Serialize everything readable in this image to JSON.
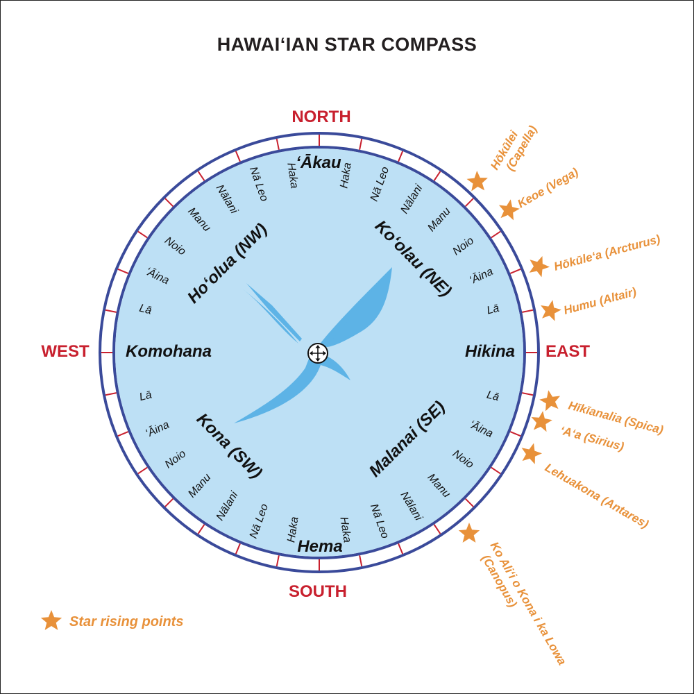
{
  "title": "HAWAIʻIAN STAR COMPASS",
  "cardinals": {
    "north": "NORTH",
    "south": "SOUTH",
    "east": "EAST",
    "west": "WEST"
  },
  "quarters": {
    "north": "ʻĀkau",
    "south": "Hema",
    "east": "Hikina",
    "west": "Komohana",
    "ne": "Koʻolau (NE)",
    "nw": "Hoʻolua (NW)",
    "se": "Malanai (SE)",
    "sw": "Kona (SW)"
  },
  "houses": {
    "nw": [
      "Haka",
      "Nā Leo",
      "Nālani",
      "Manu",
      "Noio",
      "ʻĀina",
      "Lā"
    ],
    "ne": [
      "Haka",
      "Nā Leo",
      "Nālani",
      "Manu",
      "Noio",
      "ʻĀina",
      "Lā"
    ],
    "sw": [
      "Lā",
      "ʻĀina",
      "Noio",
      "Manu",
      "Nālani",
      "Nā Leo",
      "Haka"
    ],
    "se": [
      "Lā",
      "ʻĀina",
      "Noio",
      "Manu",
      "Nālani",
      "Nā Leo",
      "Haka"
    ]
  },
  "stars": [
    {
      "lines": [
        "Hōkūlei",
        "(Capella)"
      ]
    },
    {
      "lines": [
        "Keoe (Vega)"
      ]
    },
    {
      "lines": [
        "Hōkūleʻa (Arcturus)"
      ]
    },
    {
      "lines": [
        "Humu (Altair)"
      ]
    },
    {
      "lines": [
        "Hīkīanalia (Spica)"
      ]
    },
    {
      "lines": [
        "ʻAʻa (Sirius)"
      ]
    },
    {
      "lines": [
        "Lehuakona (Antares)"
      ]
    },
    {
      "lines": [
        "Ko Aliʻi o Kona i ka Lowa",
        "(Canopus)"
      ]
    }
  ],
  "legend": {
    "label": "Star rising points",
    "icon": "star-icon"
  },
  "center_icon": "move-icon",
  "bird_icon": "frigatebird-icon",
  "colors": {
    "disc": "#bde0f5",
    "ring": "#3a4a9a",
    "tick": "#c8202e",
    "cardinal_text": "#c8202e",
    "star": "#e8913a",
    "bird": "#5db3e6"
  }
}
